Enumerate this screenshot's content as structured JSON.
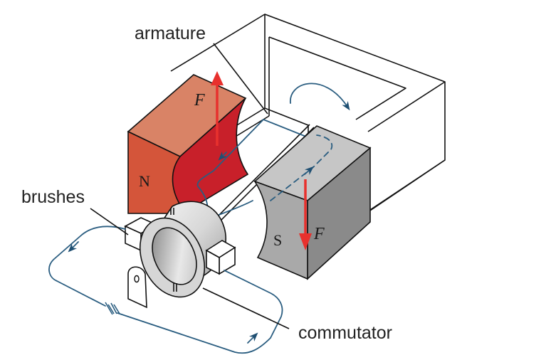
{
  "diagram": {
    "title": "DC motor",
    "labels": {
      "armature": "armature",
      "brushes": "brushes",
      "commutator": "commutator"
    },
    "poles": {
      "north": "N",
      "south": "S"
    },
    "forces": {
      "north_side": "F",
      "south_side": "F"
    },
    "colors": {
      "north_top": "#d98366",
      "north_front": "#d4553a",
      "north_face": "#c8202a",
      "south_top": "#c6c6c6",
      "south_front": "#a9a9a9",
      "south_side": "#8a8a8a",
      "force_arrow": "#e8312d",
      "current_wire": "#2a5d80"
    }
  }
}
